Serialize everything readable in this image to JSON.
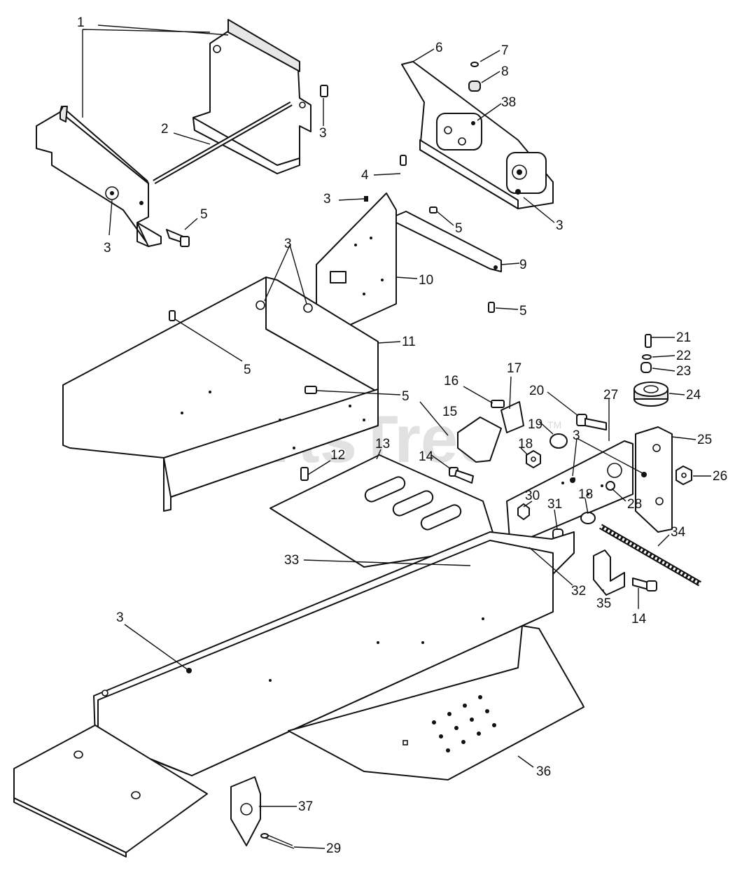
{
  "watermark": {
    "text": "PartsTree",
    "tm": "TM"
  },
  "callouts": [
    {
      "id": "c1a",
      "label": "1"
    },
    {
      "id": "c2",
      "label": "2"
    },
    {
      "id": "c3a",
      "label": "3"
    },
    {
      "id": "c3b",
      "label": "3"
    },
    {
      "id": "c3c",
      "label": "3"
    },
    {
      "id": "c3d",
      "label": "3"
    },
    {
      "id": "c3e",
      "label": "3"
    },
    {
      "id": "c3f",
      "label": "3"
    },
    {
      "id": "c3g",
      "label": "3"
    },
    {
      "id": "c4",
      "label": "4"
    },
    {
      "id": "c5a",
      "label": "5"
    },
    {
      "id": "c5b",
      "label": "5"
    },
    {
      "id": "c5c",
      "label": "5"
    },
    {
      "id": "c5d",
      "label": "5"
    },
    {
      "id": "c5e",
      "label": "5"
    },
    {
      "id": "c6",
      "label": "6"
    },
    {
      "id": "c7",
      "label": "7"
    },
    {
      "id": "c8",
      "label": "8"
    },
    {
      "id": "c9",
      "label": "9"
    },
    {
      "id": "c10",
      "label": "10"
    },
    {
      "id": "c11",
      "label": "11"
    },
    {
      "id": "c12",
      "label": "12"
    },
    {
      "id": "c13",
      "label": "13"
    },
    {
      "id": "c14a",
      "label": "14"
    },
    {
      "id": "c14b",
      "label": "14"
    },
    {
      "id": "c15",
      "label": "15"
    },
    {
      "id": "c16",
      "label": "16"
    },
    {
      "id": "c17",
      "label": "17"
    },
    {
      "id": "c18a",
      "label": "18"
    },
    {
      "id": "c18b",
      "label": "18"
    },
    {
      "id": "c19",
      "label": "19"
    },
    {
      "id": "c20",
      "label": "20"
    },
    {
      "id": "c21",
      "label": "21"
    },
    {
      "id": "c22",
      "label": "22"
    },
    {
      "id": "c23",
      "label": "23"
    },
    {
      "id": "c24",
      "label": "24"
    },
    {
      "id": "c25",
      "label": "25"
    },
    {
      "id": "c26",
      "label": "26"
    },
    {
      "id": "c27",
      "label": "27"
    },
    {
      "id": "c28",
      "label": "28"
    },
    {
      "id": "c29",
      "label": "29"
    },
    {
      "id": "c30",
      "label": "30"
    },
    {
      "id": "c31",
      "label": "31"
    },
    {
      "id": "c32",
      "label": "32"
    },
    {
      "id": "c33",
      "label": "33"
    },
    {
      "id": "c34",
      "label": "34"
    },
    {
      "id": "c35",
      "label": "35"
    },
    {
      "id": "c36",
      "label": "36"
    },
    {
      "id": "c37",
      "label": "37"
    },
    {
      "id": "c38",
      "label": "38"
    }
  ]
}
